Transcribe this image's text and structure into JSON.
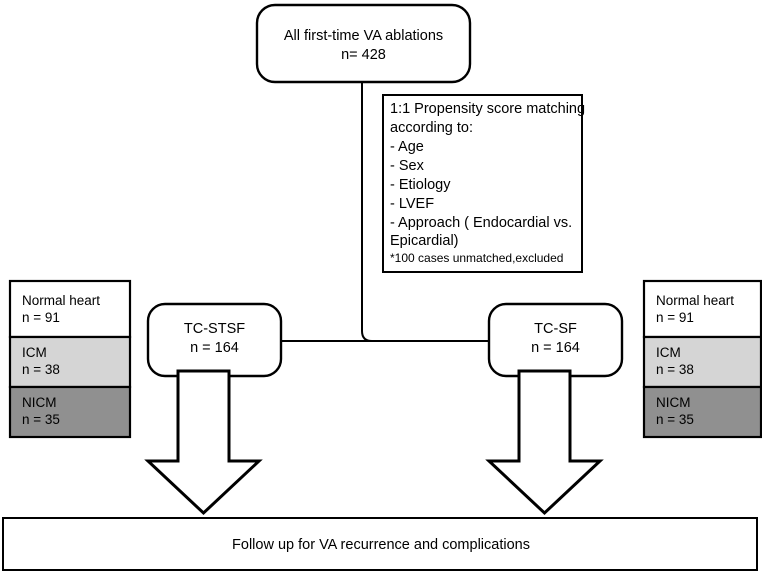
{
  "diagram": {
    "title_node": {
      "lines": [
        "All first-time VA ablations",
        "n= 428"
      ]
    },
    "matching_note": {
      "lines": [
        "1:1 Propensity score matching",
        "according to:",
        "- Age",
        "- Sex",
        "- Etiology",
        "- LVEF",
        "- Approach ( Endocardial vs.",
        "Epicardial)"
      ],
      "footnote": "*100 cases unmatched,excluded"
    },
    "groups": [
      {
        "id": "tc-stsf",
        "lines": [
          "TC-STSF",
          "n = 164"
        ]
      },
      {
        "id": "tc-sf",
        "lines": [
          "TC-SF",
          "n = 164"
        ]
      }
    ],
    "cohort_tables": [
      {
        "id": "left-cohort-table",
        "rows": [
          {
            "label": "Normal heart",
            "count": "n = 91",
            "fill": "#ffffff"
          },
          {
            "label": "ICM",
            "count": "n = 38",
            "fill": "#d5d5d5"
          },
          {
            "label": "NICM",
            "count": "n = 35",
            "fill": "#909090"
          }
        ]
      },
      {
        "id": "right-cohort-table",
        "rows": [
          {
            "label": "Normal heart",
            "count": "n = 91",
            "fill": "#ffffff"
          },
          {
            "label": "ICM",
            "count": "n = 38",
            "fill": "#d5d5d5"
          },
          {
            "label": "NICM",
            "count": "n = 35",
            "fill": "#909090"
          }
        ]
      }
    ],
    "outcome_node": {
      "text": "Follow up for VA recurrence and complications"
    },
    "icons": {
      "down_arrow_left": "down-block-arrow-icon",
      "down_arrow_right": "down-block-arrow-icon"
    },
    "colors": {
      "stroke": "#000000",
      "background": "#ffffff",
      "icm_fill": "#d5d5d5",
      "nicm_fill": "#909090"
    }
  }
}
